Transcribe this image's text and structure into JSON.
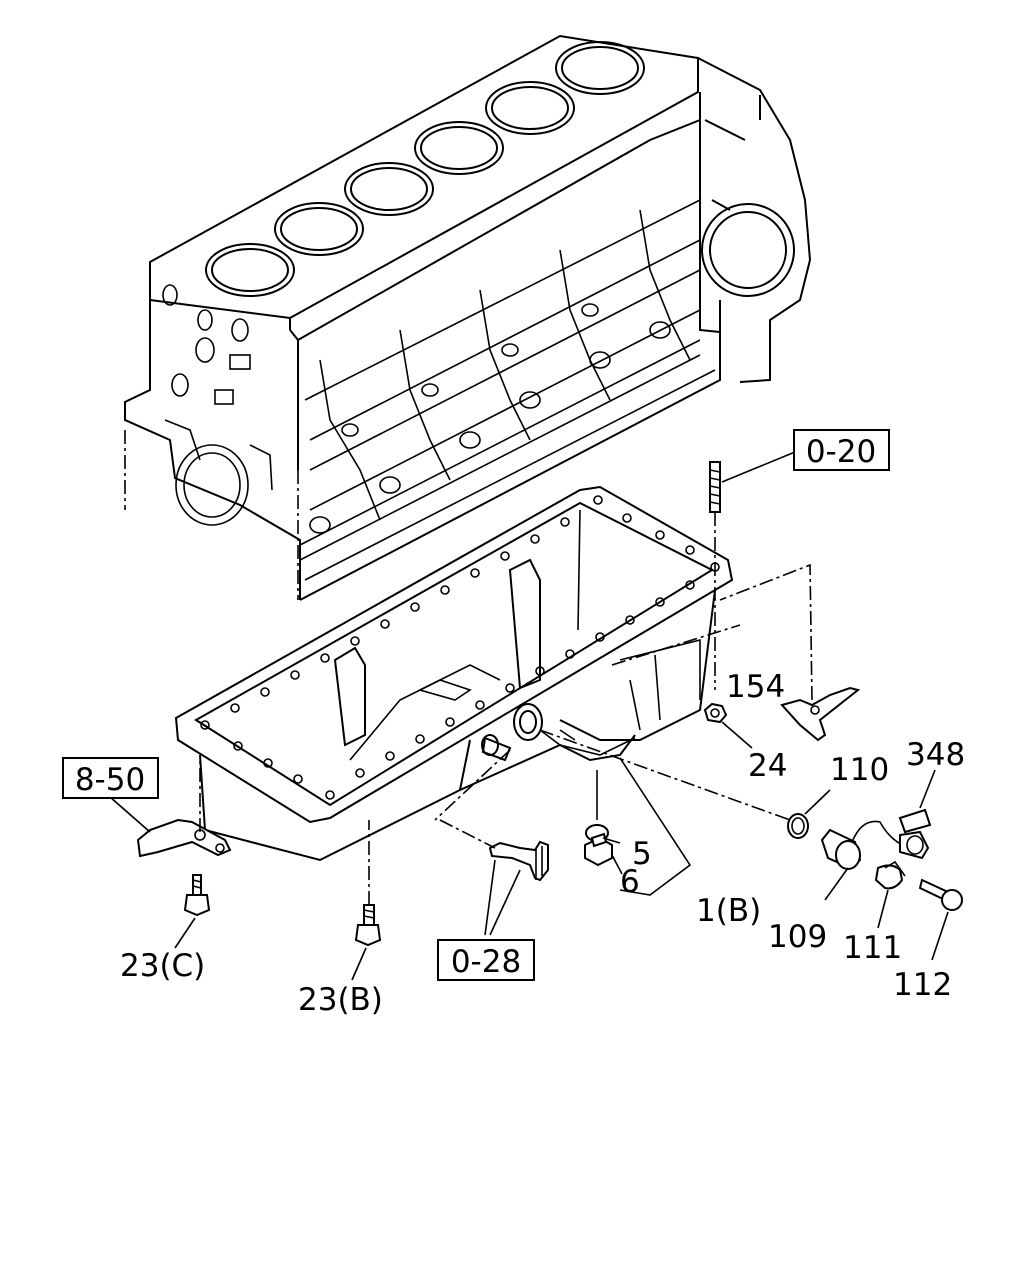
{
  "diagram": {
    "refs": {
      "ref_0_20": "0-20",
      "ref_8_50": "8-50",
      "ref_0_28": "0-28"
    },
    "parts": {
      "p154": "154",
      "p24": "24",
      "p110": "110",
      "p348": "348",
      "p5": "5",
      "p6": "6",
      "p1b": "1(B)",
      "p109": "109",
      "p111": "111",
      "p112": "112",
      "p23c": "23(C)",
      "p23b": "23(B)"
    }
  }
}
